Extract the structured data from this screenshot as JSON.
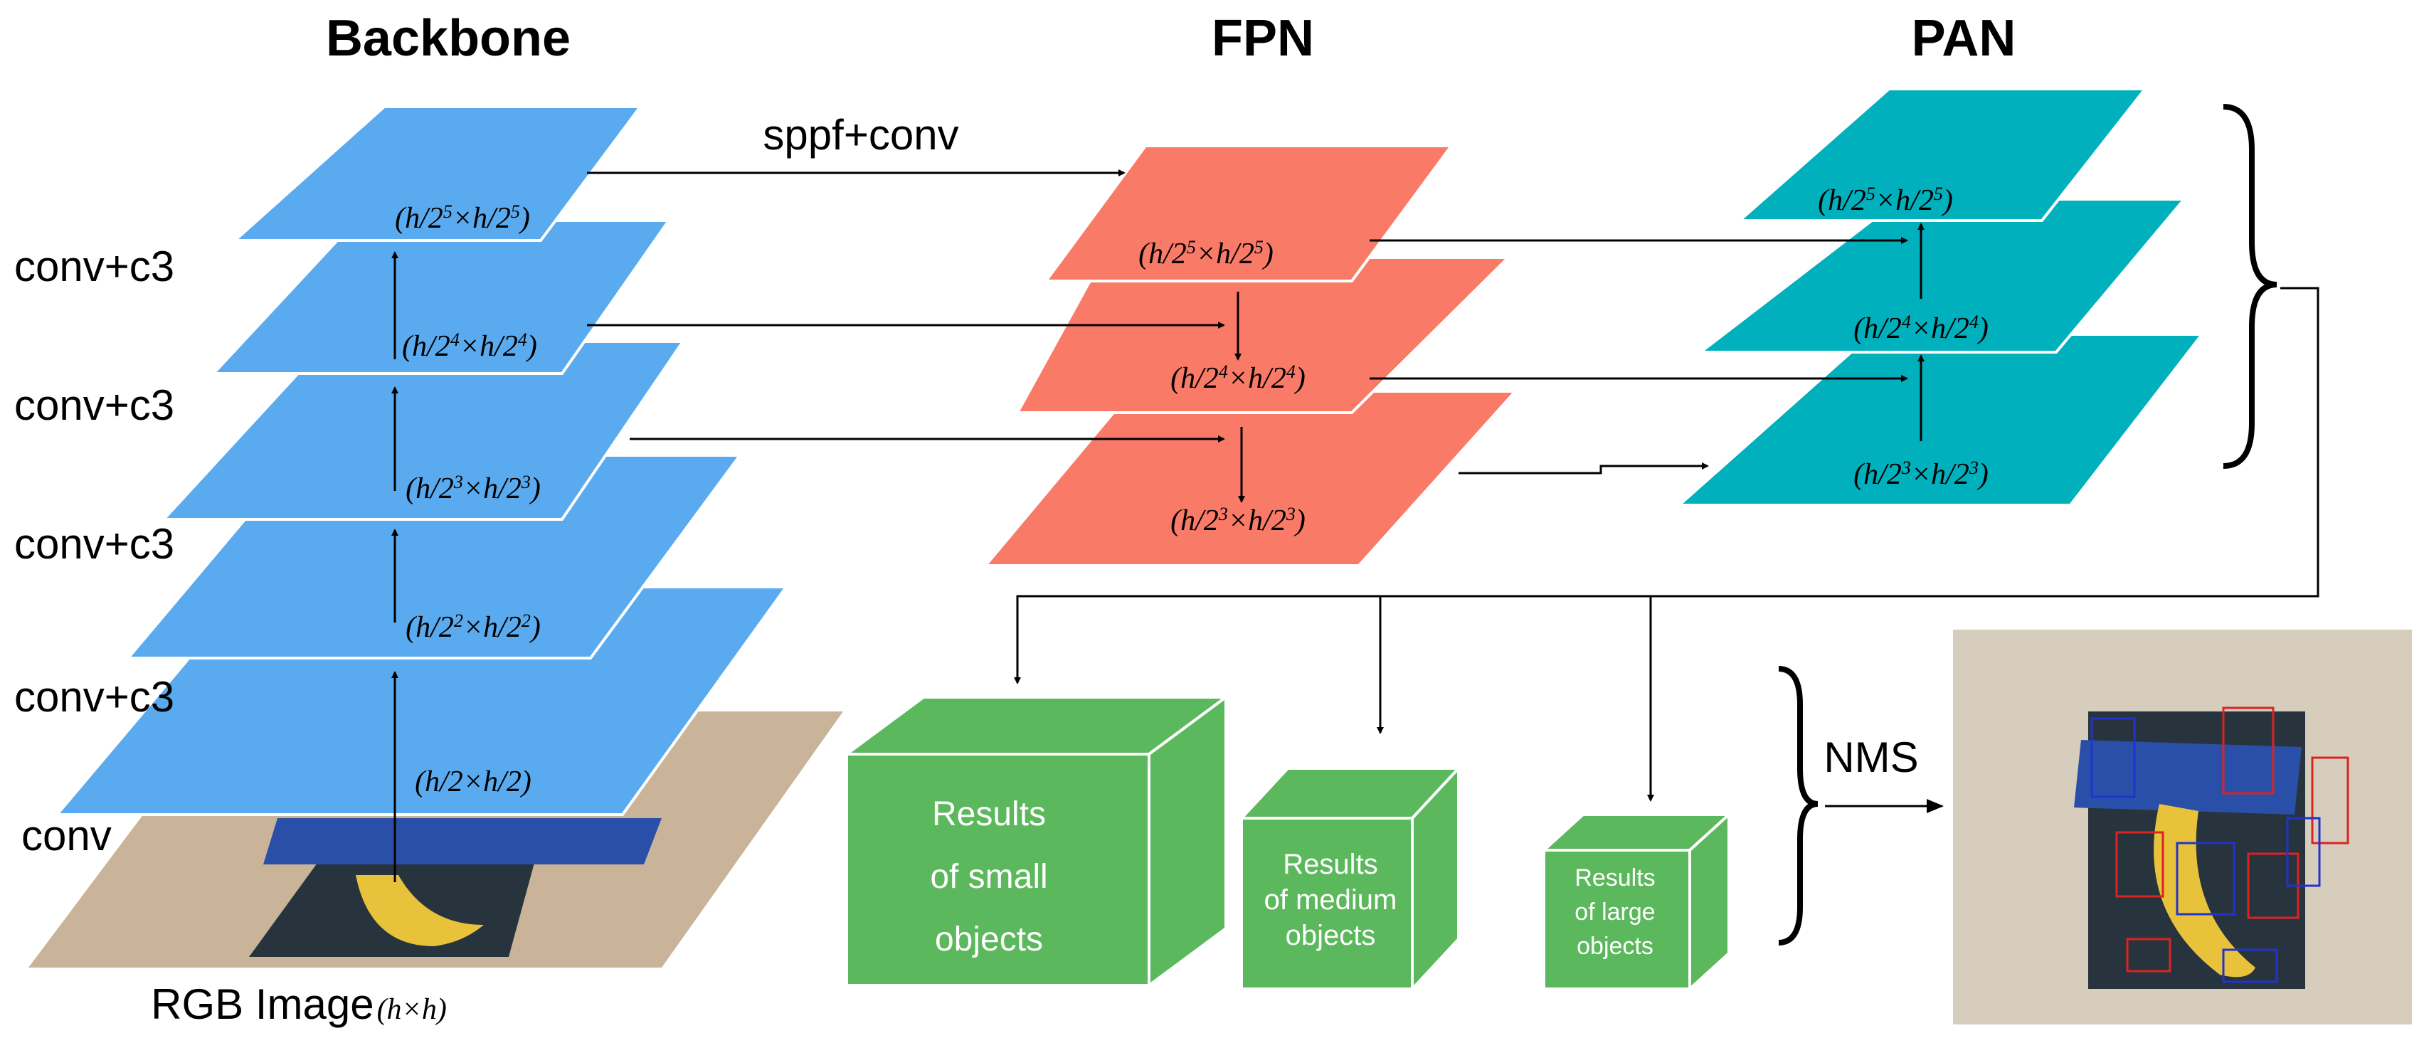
{
  "headings": {
    "backbone": "Backbone",
    "fpn": "FPN",
    "pan": "PAN"
  },
  "connectors": {
    "sppf": "sppf+conv",
    "nms": "NMS"
  },
  "backbone": {
    "stage_labels": [
      "conv+c3",
      "conv+c3",
      "conv+c3",
      "conv+c3",
      "conv"
    ],
    "planes": [
      {
        "base": "h/2",
        "exp": "5",
        "color": "#5aaaf0"
      },
      {
        "base": "h/2",
        "exp": "4",
        "color": "#5aaaf0"
      },
      {
        "base": "h/2",
        "exp": "3",
        "color": "#5aaaf0"
      },
      {
        "base": "h/2",
        "exp": "2",
        "color": "#5aaaf0"
      },
      {
        "base": "h/2",
        "exp": "",
        "color": "#5aaaf0"
      }
    ],
    "input_label": "RGB Image",
    "input_label_math": "(h×h)"
  },
  "fpn": {
    "color": "#fa7a68",
    "planes": [
      {
        "base": "h/2",
        "exp": "5"
      },
      {
        "base": "h/2",
        "exp": "4"
      },
      {
        "base": "h/2",
        "exp": "3"
      }
    ]
  },
  "pan": {
    "color": "#00b0bd",
    "planes": [
      {
        "base": "h/2",
        "exp": "5"
      },
      {
        "base": "h/2",
        "exp": "4"
      },
      {
        "base": "h/2",
        "exp": "3"
      }
    ]
  },
  "results": {
    "color": "#5cb85c",
    "cubes": [
      {
        "lines": [
          "Results",
          "of small",
          "objects"
        ]
      },
      {
        "lines": [
          "Results",
          "of medium",
          "objects"
        ]
      },
      {
        "lines": [
          "Results",
          "of large",
          "objects"
        ]
      }
    ]
  },
  "photo_icons": {
    "input": "banana-photo-icon",
    "output": "detection-photo-icon"
  }
}
